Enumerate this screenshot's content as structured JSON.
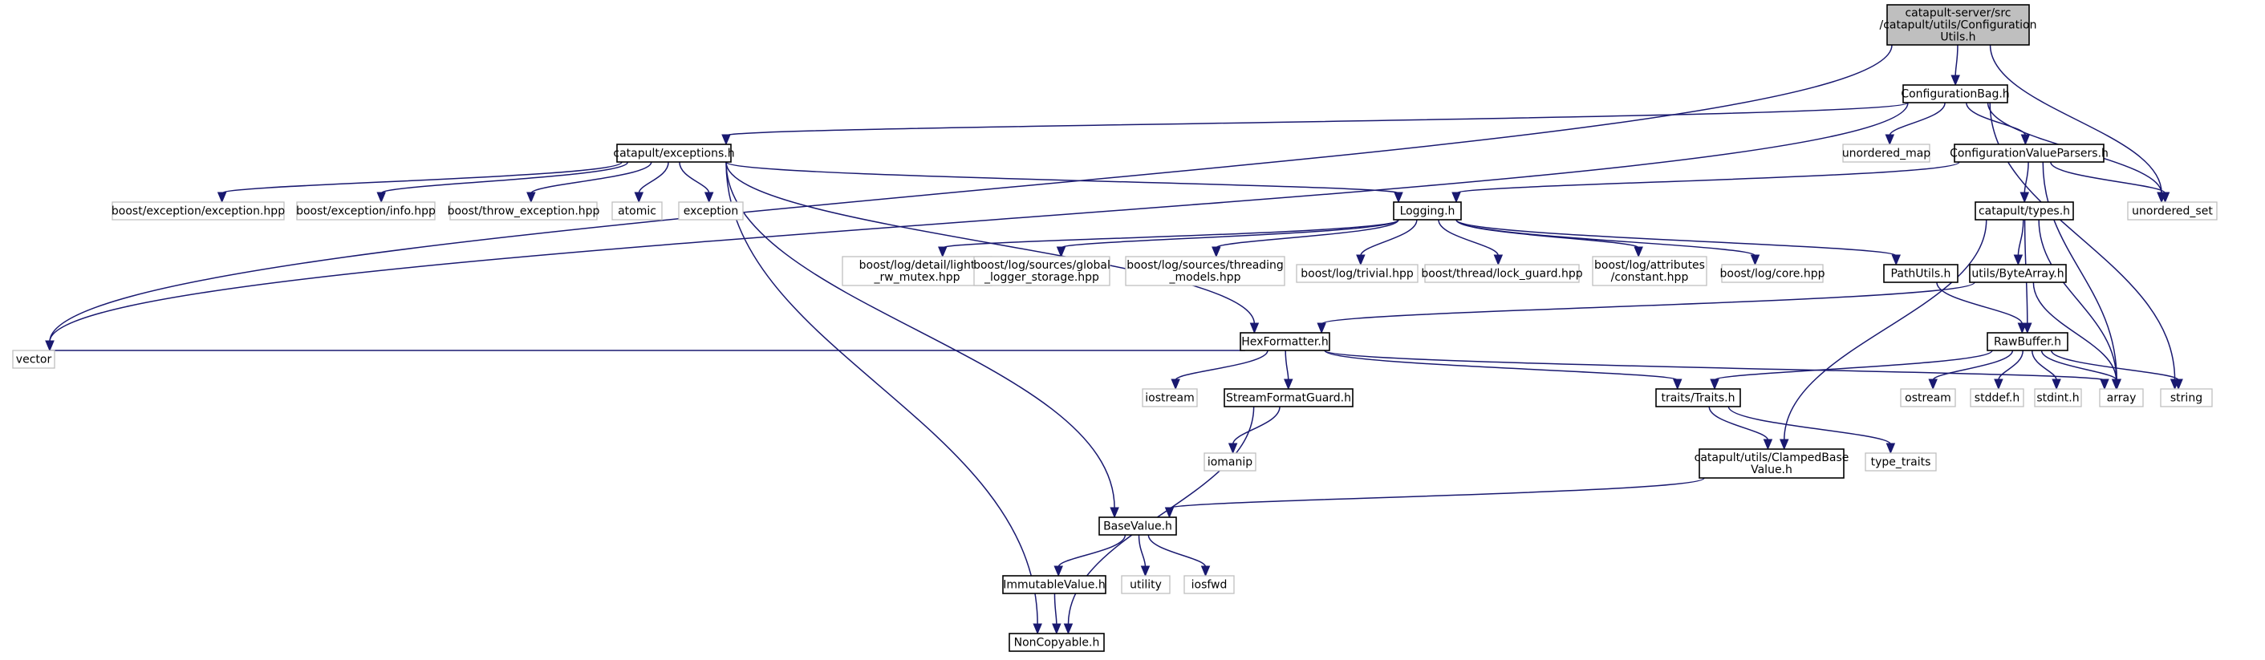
{
  "nodes": [
    {
      "id": "root",
      "kind": "root",
      "lines": [
        "catapult-server/src",
        "/catapult/utils/Configuration",
        "Utils.h"
      ]
    },
    {
      "id": "configbag",
      "kind": "local",
      "lines": [
        "ConfigurationBag.h"
      ]
    },
    {
      "id": "exceptions",
      "kind": "local",
      "lines": [
        "catapult/exceptions.h"
      ]
    },
    {
      "id": "unordered_map",
      "kind": "system",
      "lines": [
        "unordered_map"
      ]
    },
    {
      "id": "cvparsers",
      "kind": "local",
      "lines": [
        "ConfigurationValueParsers.h"
      ]
    },
    {
      "id": "unordered_set",
      "kind": "system",
      "lines": [
        "unordered_set"
      ]
    },
    {
      "id": "exception_hpp",
      "kind": "system",
      "lines": [
        "boost/exception/exception.hpp"
      ]
    },
    {
      "id": "info_hpp",
      "kind": "system",
      "lines": [
        "boost/exception/info.hpp"
      ]
    },
    {
      "id": "throw_hpp",
      "kind": "system",
      "lines": [
        "boost/throw_exception.hpp"
      ]
    },
    {
      "id": "atomic",
      "kind": "system",
      "lines": [
        "atomic"
      ]
    },
    {
      "id": "exception",
      "kind": "system",
      "lines": [
        "exception"
      ]
    },
    {
      "id": "logging",
      "kind": "local",
      "lines": [
        "Logging.h"
      ]
    },
    {
      "id": "types",
      "kind": "local",
      "lines": [
        "catapult/types.h"
      ]
    },
    {
      "id": "light_rw",
      "kind": "system",
      "lines": [
        "boost/log/detail/light",
        "_rw_mutex.hpp"
      ]
    },
    {
      "id": "global_logger",
      "kind": "system",
      "lines": [
        "boost/log/sources/global",
        "_logger_storage.hpp"
      ]
    },
    {
      "id": "threading",
      "kind": "system",
      "lines": [
        "boost/log/sources/threading",
        "_models.hpp"
      ]
    },
    {
      "id": "trivial",
      "kind": "system",
      "lines": [
        "boost/log/trivial.hpp"
      ]
    },
    {
      "id": "lock_guard",
      "kind": "system",
      "lines": [
        "boost/thread/lock_guard.hpp"
      ]
    },
    {
      "id": "attr_constant",
      "kind": "system",
      "lines": [
        "boost/log/attributes",
        "/constant.hpp"
      ]
    },
    {
      "id": "core_hpp",
      "kind": "system",
      "lines": [
        "boost/log/core.hpp"
      ]
    },
    {
      "id": "pathutils",
      "kind": "local",
      "lines": [
        "PathUtils.h"
      ]
    },
    {
      "id": "bytearray",
      "kind": "local",
      "lines": [
        "utils/ByteArray.h"
      ]
    },
    {
      "id": "hexformatter",
      "kind": "local",
      "lines": [
        "HexFormatter.h"
      ]
    },
    {
      "id": "rawbuffer",
      "kind": "local",
      "lines": [
        "RawBuffer.h"
      ]
    },
    {
      "id": "vector",
      "kind": "system",
      "lines": [
        "vector"
      ]
    },
    {
      "id": "iostream",
      "kind": "system",
      "lines": [
        "iostream"
      ]
    },
    {
      "id": "streamformat",
      "kind": "local",
      "lines": [
        "StreamFormatGuard.h"
      ]
    },
    {
      "id": "traits",
      "kind": "local",
      "lines": [
        "traits/Traits.h"
      ]
    },
    {
      "id": "ostream",
      "kind": "system",
      "lines": [
        "ostream"
      ]
    },
    {
      "id": "stddef",
      "kind": "system",
      "lines": [
        "stddef.h"
      ]
    },
    {
      "id": "stdint",
      "kind": "system",
      "lines": [
        "stdint.h"
      ]
    },
    {
      "id": "array",
      "kind": "system",
      "lines": [
        "array"
      ]
    },
    {
      "id": "string",
      "kind": "system",
      "lines": [
        "string"
      ]
    },
    {
      "id": "iomanip",
      "kind": "system",
      "lines": [
        "iomanip"
      ]
    },
    {
      "id": "clamped",
      "kind": "local",
      "lines": [
        "catapult/utils/ClampedBase",
        "Value.h"
      ]
    },
    {
      "id": "type_traits",
      "kind": "system",
      "lines": [
        "type_traits"
      ]
    },
    {
      "id": "basevalue",
      "kind": "local",
      "lines": [
        "BaseValue.h"
      ]
    },
    {
      "id": "immutable",
      "kind": "local",
      "lines": [
        "ImmutableValue.h"
      ]
    },
    {
      "id": "utility",
      "kind": "system",
      "lines": [
        "utility"
      ]
    },
    {
      "id": "iosfwd",
      "kind": "system",
      "lines": [
        "iosfwd"
      ]
    },
    {
      "id": "noncopyable",
      "kind": "local",
      "lines": [
        "NonCopyable.h"
      ]
    }
  ],
  "edges": [
    [
      "root",
      "configbag"
    ],
    [
      "root",
      "vector"
    ],
    [
      "root",
      "unordered_set"
    ],
    [
      "configbag",
      "exceptions"
    ],
    [
      "configbag",
      "unordered_map"
    ],
    [
      "configbag",
      "cvparsers"
    ],
    [
      "configbag",
      "unordered_set"
    ],
    [
      "configbag",
      "vector"
    ],
    [
      "configbag",
      "string"
    ],
    [
      "exceptions",
      "exception_hpp"
    ],
    [
      "exceptions",
      "info_hpp"
    ],
    [
      "exceptions",
      "throw_hpp"
    ],
    [
      "exceptions",
      "atomic"
    ],
    [
      "exceptions",
      "exception"
    ],
    [
      "exceptions",
      "logging"
    ],
    [
      "exceptions",
      "hexformatter"
    ],
    [
      "exceptions",
      "basevalue"
    ],
    [
      "exceptions",
      "noncopyable"
    ],
    [
      "cvparsers",
      "logging"
    ],
    [
      "cvparsers",
      "types"
    ],
    [
      "cvparsers",
      "unordered_set"
    ],
    [
      "cvparsers",
      "array"
    ],
    [
      "logging",
      "light_rw"
    ],
    [
      "logging",
      "global_logger"
    ],
    [
      "logging",
      "threading"
    ],
    [
      "logging",
      "trivial"
    ],
    [
      "logging",
      "lock_guard"
    ],
    [
      "logging",
      "attr_constant"
    ],
    [
      "logging",
      "core_hpp"
    ],
    [
      "logging",
      "pathutils"
    ],
    [
      "types",
      "bytearray"
    ],
    [
      "types",
      "rawbuffer"
    ],
    [
      "types",
      "clamped"
    ],
    [
      "types",
      "array"
    ],
    [
      "pathutils",
      "rawbuffer"
    ],
    [
      "bytearray",
      "hexformatter"
    ],
    [
      "bytearray",
      "array"
    ],
    [
      "hexformatter",
      "vector"
    ],
    [
      "hexformatter",
      "iostream"
    ],
    [
      "hexformatter",
      "streamformat"
    ],
    [
      "hexformatter",
      "traits"
    ],
    [
      "hexformatter",
      "array"
    ],
    [
      "rawbuffer",
      "traits"
    ],
    [
      "rawbuffer",
      "ostream"
    ],
    [
      "rawbuffer",
      "stddef"
    ],
    [
      "rawbuffer",
      "stdint"
    ],
    [
      "rawbuffer",
      "array"
    ],
    [
      "rawbuffer",
      "string"
    ],
    [
      "streamformat",
      "iomanip"
    ],
    [
      "streamformat",
      "noncopyable"
    ],
    [
      "traits",
      "clamped"
    ],
    [
      "traits",
      "type_traits"
    ],
    [
      "clamped",
      "basevalue"
    ],
    [
      "basevalue",
      "immutable"
    ],
    [
      "basevalue",
      "utility"
    ],
    [
      "basevalue",
      "iosfwd"
    ],
    [
      "immutable",
      "noncopyable"
    ]
  ]
}
